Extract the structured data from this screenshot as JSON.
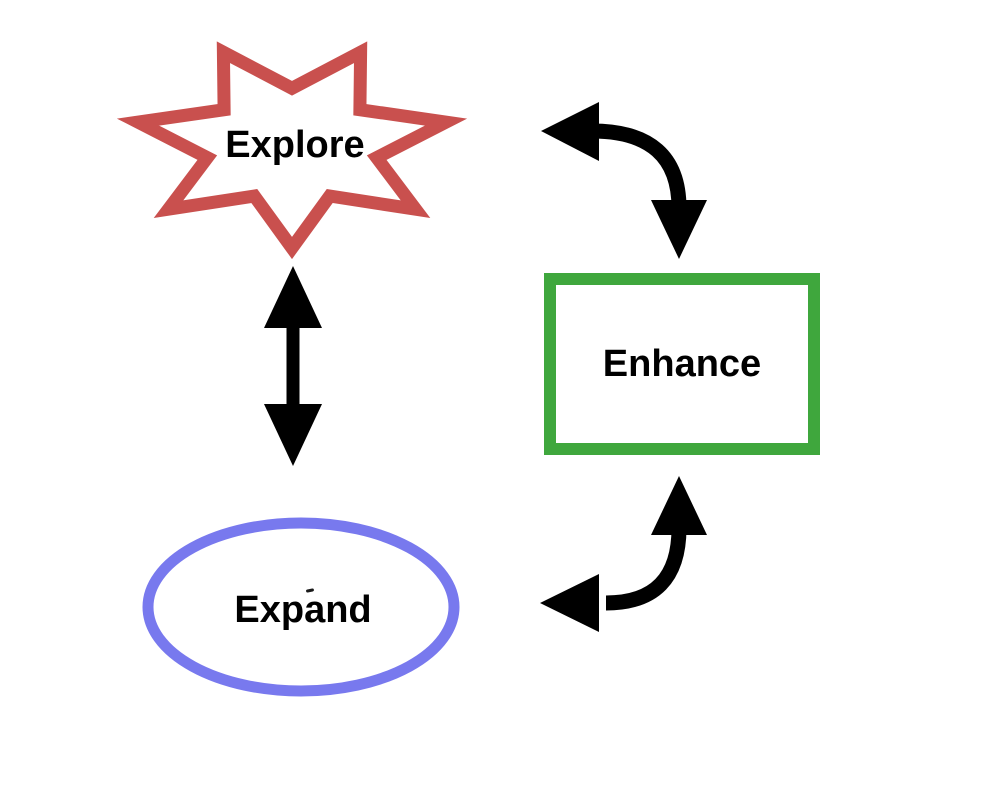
{
  "diagram": {
    "background_color": "#ffffff",
    "text_color": "#000000",
    "arrow_color": "#000000",
    "nodes": [
      {
        "id": "explore",
        "label": "Explore",
        "shape": "star-7-point",
        "border_color": "#c9504e",
        "fill": "#ffffff"
      },
      {
        "id": "enhance",
        "label": "Enhance",
        "shape": "rectangle",
        "border_color": "#3fa73d",
        "fill": "#ffffff"
      },
      {
        "id": "expand",
        "label": "Expand",
        "shape": "ellipse",
        "border_color": "#7879ee",
        "fill": "#ffffff"
      }
    ],
    "connectors": [
      {
        "id": "explore-expand",
        "style": "straight-vertical",
        "double_headed": true,
        "color": "#000000"
      },
      {
        "id": "explore-enhance",
        "style": "curved-elbow",
        "double_headed": true,
        "color": "#000000"
      },
      {
        "id": "expand-enhance",
        "style": "curved-elbow",
        "double_headed": true,
        "color": "#000000"
      }
    ]
  }
}
